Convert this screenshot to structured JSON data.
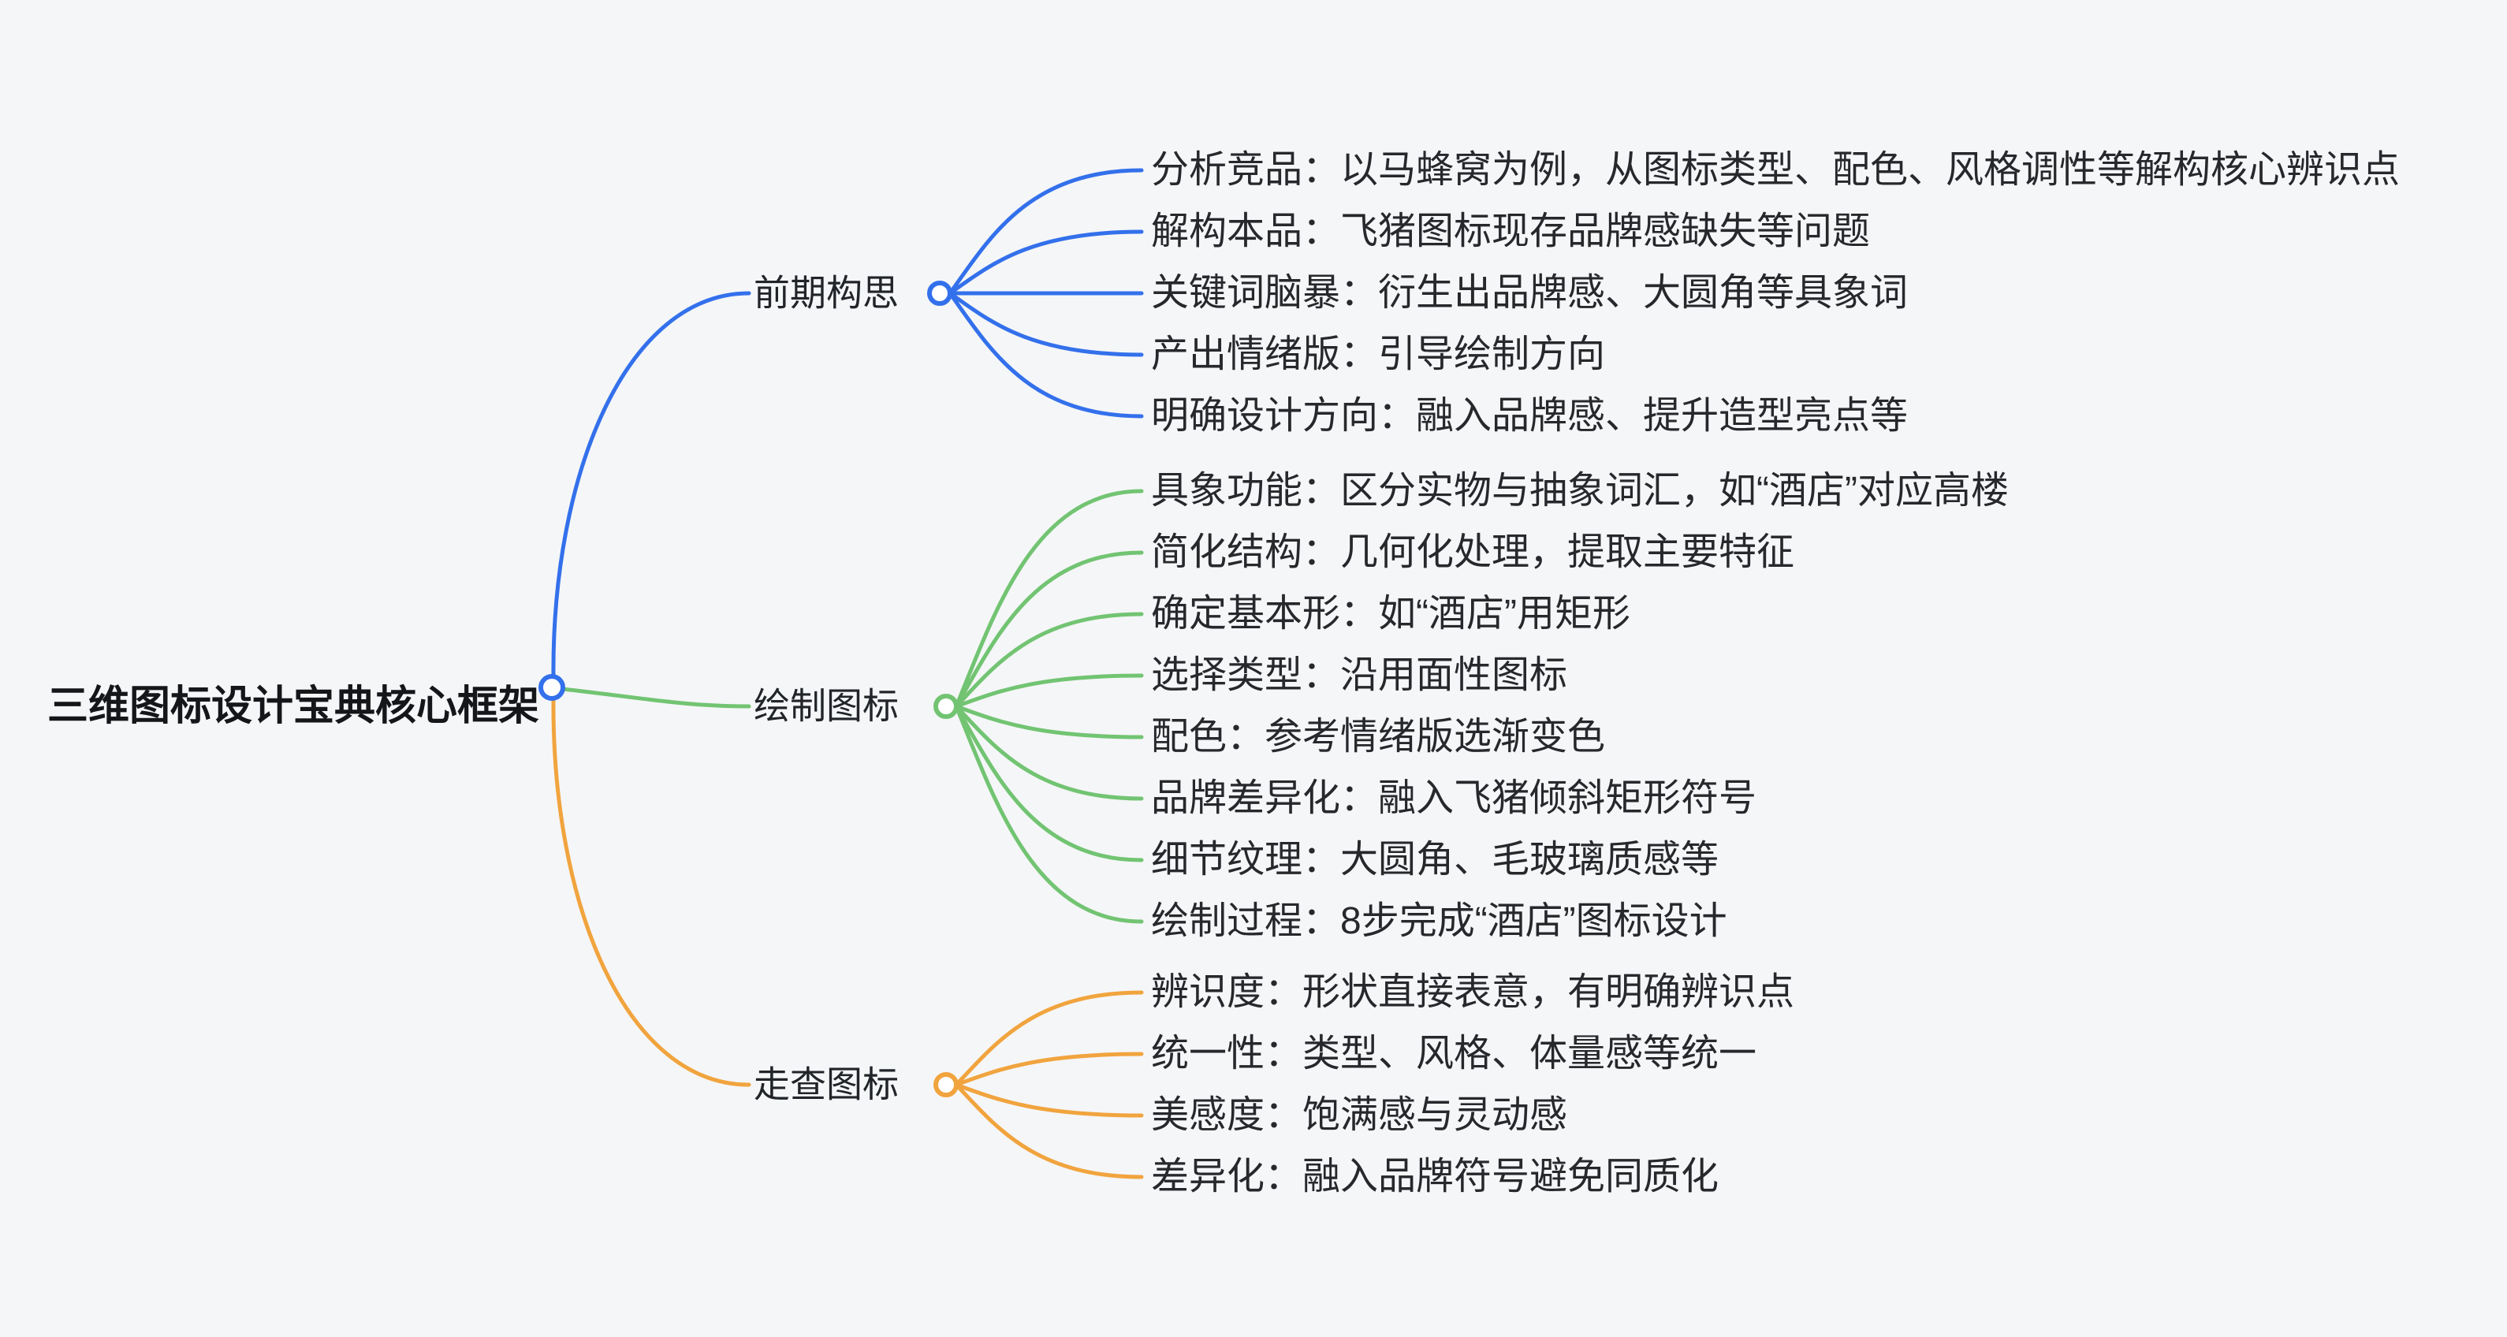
{
  "title": "三维图标设计宝典核心框架",
  "colors": {
    "background": "#f5f6f8",
    "branch_blue": "#3370EB",
    "branch_green": "#72C472",
    "branch_orange": "#F1A43E",
    "text": "#26282b"
  },
  "branches": [
    {
      "label": "前期构思",
      "color": "#3370EB",
      "children": [
        "分析竞品：以马蜂窝为例，从图标类型、配色、风格调性等解构核心辨识点",
        "解构本品：飞猪图标现存品牌感缺失等问题",
        "关键词脑暴：衍生出品牌感、大圆角等具象词",
        "产出情绪版：引导绘制方向",
        "明确设计方向：融入品牌感、提升造型亮点等"
      ]
    },
    {
      "label": "绘制图标",
      "color": "#72C472",
      "children": [
        "具象功能：区分实物与抽象词汇，如“酒店”对应高楼",
        "简化结构：几何化处理，提取主要特征",
        "确定基本形：如“酒店”用矩形",
        "选择类型：沿用面性图标",
        "配色：参考情绪版选渐变色",
        "品牌差异化：融入飞猪倾斜矩形符号",
        "细节纹理：大圆角、毛玻璃质感等",
        "绘制过程：8步完成“酒店”图标设计"
      ]
    },
    {
      "label": "走查图标",
      "color": "#F1A43E",
      "children": [
        "辨识度：形状直接表意，有明确辨识点",
        "统一性：类型、风格、体量感等统一",
        "美感度：饱满感与灵动感",
        "差异化：融入品牌符号避免同质化"
      ]
    }
  ]
}
